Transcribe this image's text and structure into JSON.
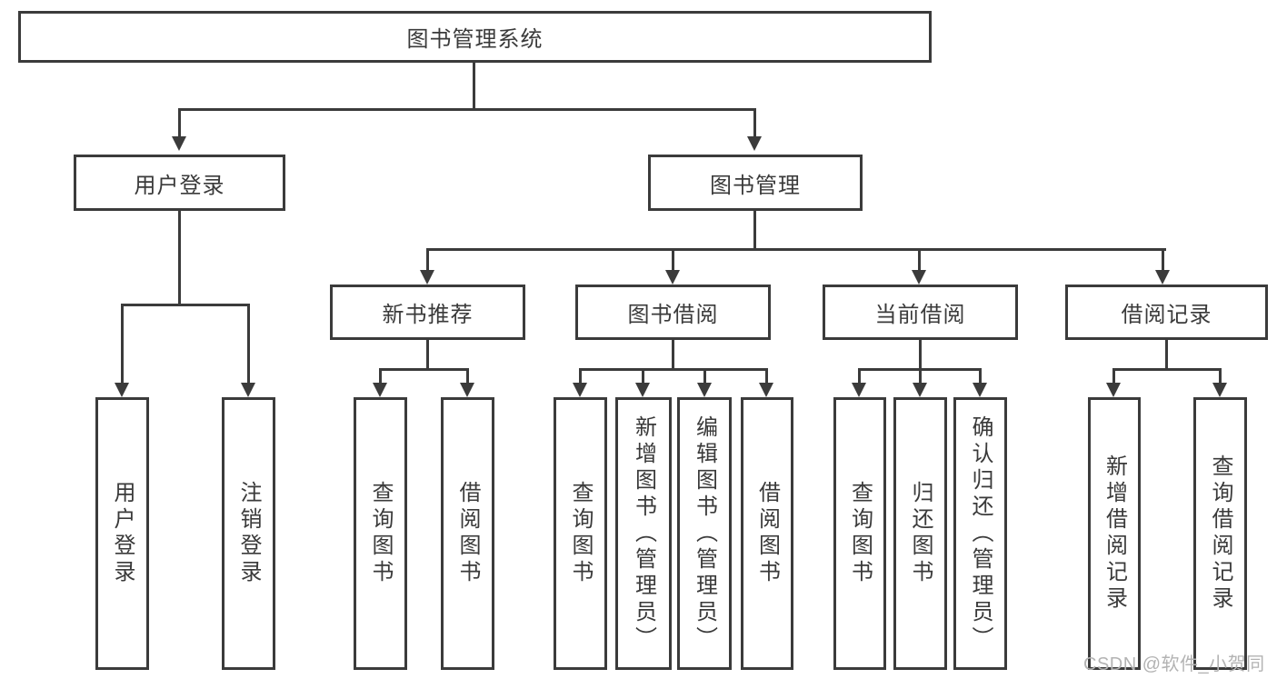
{
  "diagram": {
    "root": {
      "label": "图书管理系统"
    },
    "branches": [
      {
        "label": "用户登录",
        "children": [
          {
            "label": "用户登录"
          },
          {
            "label": "注销登录"
          }
        ]
      },
      {
        "label": "图书管理",
        "groups": [
          {
            "label": "新书推荐",
            "children": [
              {
                "label": "查询图书"
              },
              {
                "label": "借阅图书"
              }
            ]
          },
          {
            "label": "图书借阅",
            "children": [
              {
                "label": "查询图书"
              },
              {
                "label": "新增图书（管理员）"
              },
              {
                "label": "编辑图书（管理员）"
              },
              {
                "label": "借阅图书"
              }
            ]
          },
          {
            "label": "当前借阅",
            "children": [
              {
                "label": "查询图书"
              },
              {
                "label": "归还图书"
              },
              {
                "label": "确认归还（管理员）"
              }
            ]
          },
          {
            "label": "借阅记录",
            "children": [
              {
                "label": "新增借阅记录"
              },
              {
                "label": "查询借阅记录"
              }
            ]
          }
        ]
      }
    ]
  },
  "watermark": "CSDN @软件_小贺同学",
  "colors": {
    "line": "#3b3b3b",
    "text": "#3a3a3a",
    "background": "#ffffff",
    "watermark": "#b3b3b3"
  }
}
